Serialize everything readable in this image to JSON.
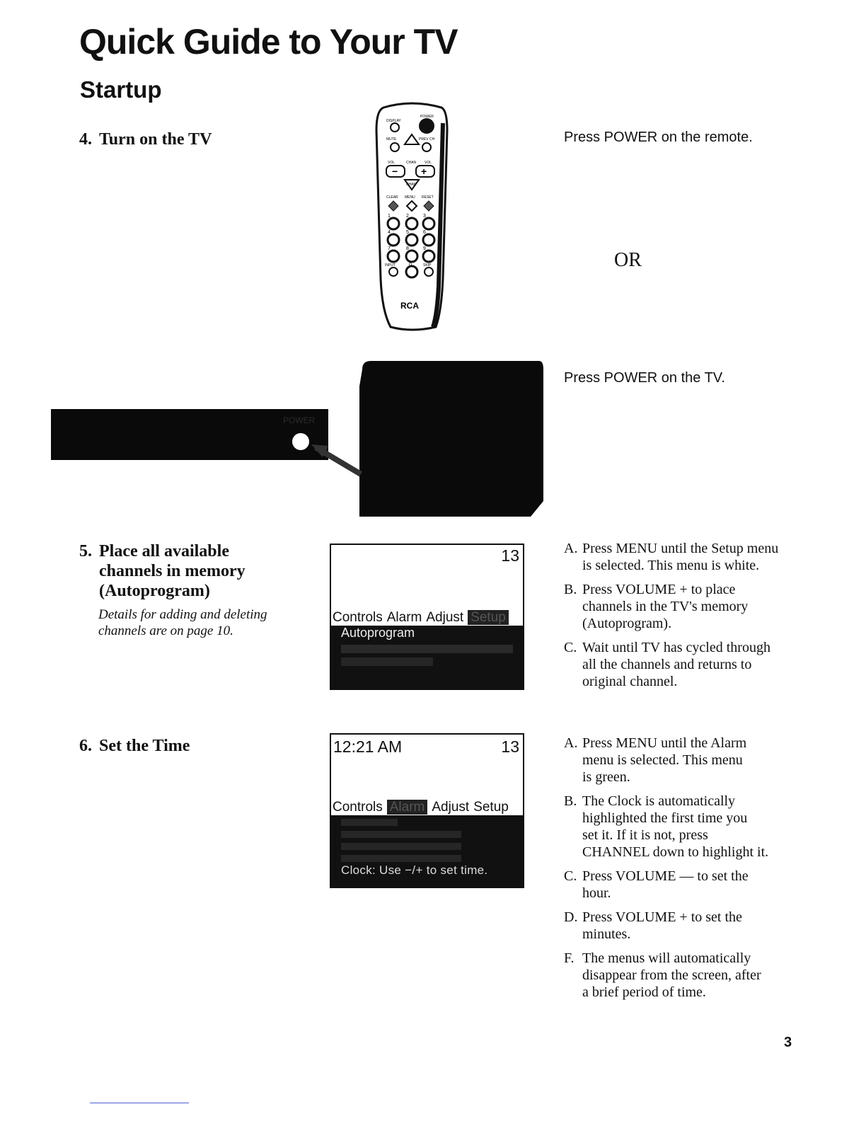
{
  "page": {
    "title": "Quick Guide to Your TV",
    "section": "Startup",
    "page_number": "3"
  },
  "step4": {
    "num": "4.",
    "title": "Turn on the TV",
    "remote_instruction": "Press POWER on the remote.",
    "or": "OR",
    "tv_instruction": "Press POWER on the TV.",
    "remote": {
      "labels": [
        "DISPLAY",
        "POWER",
        "MUTE",
        "PREV CH",
        "VOL",
        "CHAN",
        "VOL",
        "CHAN",
        "CLEAR",
        "MENU",
        "RESET",
        "INPUT",
        "SKIP"
      ],
      "digits": [
        "1",
        "2",
        "3",
        "4",
        "5",
        "6",
        "7",
        "8",
        "9",
        "0"
      ],
      "brand": "RCA",
      "minus": "−",
      "plus": "+"
    },
    "front_panel": {
      "power_label": "POWER"
    }
  },
  "step5": {
    "num": "5.",
    "title_lines": [
      "Place all available",
      "channels in memory",
      "(Autoprogram)"
    ],
    "note_lines": [
      "Details for adding and deleting",
      "channels are on page 10."
    ],
    "screen": {
      "channel": "13",
      "menus": [
        "Controls",
        "Alarm",
        "Adjust",
        "Setup"
      ],
      "selected_item": "Autoprogram"
    },
    "instructions": [
      {
        "letter": "A.",
        "lines": [
          "Press MENU until the Setup menu",
          "is selected. This menu is white."
        ]
      },
      {
        "letter": "B.",
        "lines": [
          "Press VOLUME + to place",
          "channels in the TV's memory",
          "(Autoprogram)."
        ]
      },
      {
        "letter": "C.",
        "lines": [
          "Wait until TV has cycled through",
          "all the channels and returns to",
          "original channel."
        ]
      }
    ]
  },
  "step6": {
    "num": "6.",
    "title": "Set the Time",
    "screen": {
      "time": "12:21 AM",
      "channel": "13",
      "menus": [
        "Controls",
        "Alarm",
        "Adjust",
        "Setup"
      ],
      "hint": "Clock: Use −/+ to set time."
    },
    "instructions": [
      {
        "letter": "A.",
        "lines": [
          "Press MENU until the Alarm",
          "menu is selected. This menu",
          "is green."
        ]
      },
      {
        "letter": "B.",
        "lines": [
          "The Clock is automatically",
          "highlighted the first time you",
          "set it. If it is not, press",
          "CHANNEL down to highlight it."
        ]
      },
      {
        "letter": "C.",
        "lines": [
          "Press VOLUME — to set the",
          "hour."
        ]
      },
      {
        "letter": "D.",
        "lines": [
          "Press VOLUME + to set the",
          "minutes."
        ]
      },
      {
        "letter": "F.",
        "lines": [
          "The menus will automatically",
          "disappear from the screen, after",
          "a brief period of time."
        ]
      }
    ]
  }
}
